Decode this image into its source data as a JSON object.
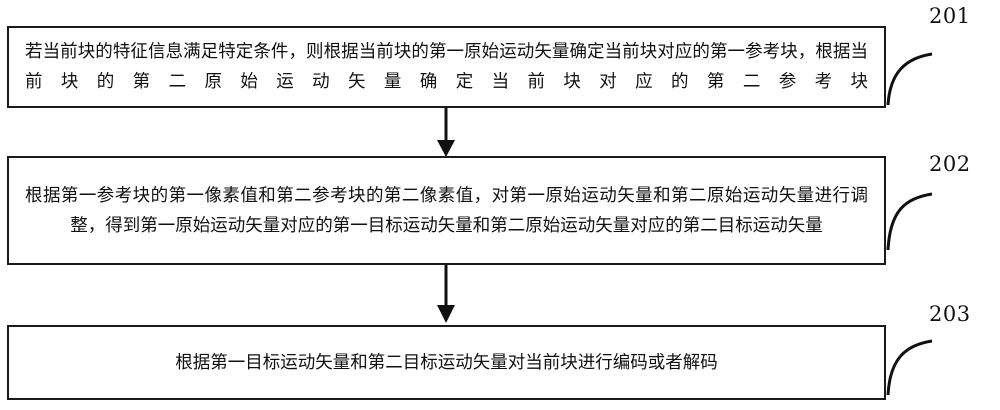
{
  "diagram": {
    "type": "flowchart",
    "orientation": "vertical",
    "figure_style": "patent-drawing",
    "line_color": "#111111",
    "background_color": "#ffffff",
    "steps": [
      {
        "ref": "201",
        "text": "若当前块的特征信息满足特定条件，则根据当前块的第一原始运动矢量确定当前块对应的第一参考块，根据当前块的第二原始运动矢量确定当前块对应的第二参考块"
      },
      {
        "ref": "202",
        "text": "根据第一参考块的第一像素值和第二参考块的第二像素值，对第一原始运动矢量和第二原始运动矢量进行调整，得到第一原始运动矢量对应的第一目标运动矢量和第二原始运动矢量对应的第二目标运动矢量"
      },
      {
        "ref": "203",
        "text": "根据第一目标运动矢量和第二目标运动矢量对当前块进行编码或者解码"
      }
    ],
    "connectors": [
      {
        "from": "201",
        "to": "202",
        "arrow": "down"
      },
      {
        "from": "202",
        "to": "203",
        "arrow": "down"
      }
    ]
  }
}
